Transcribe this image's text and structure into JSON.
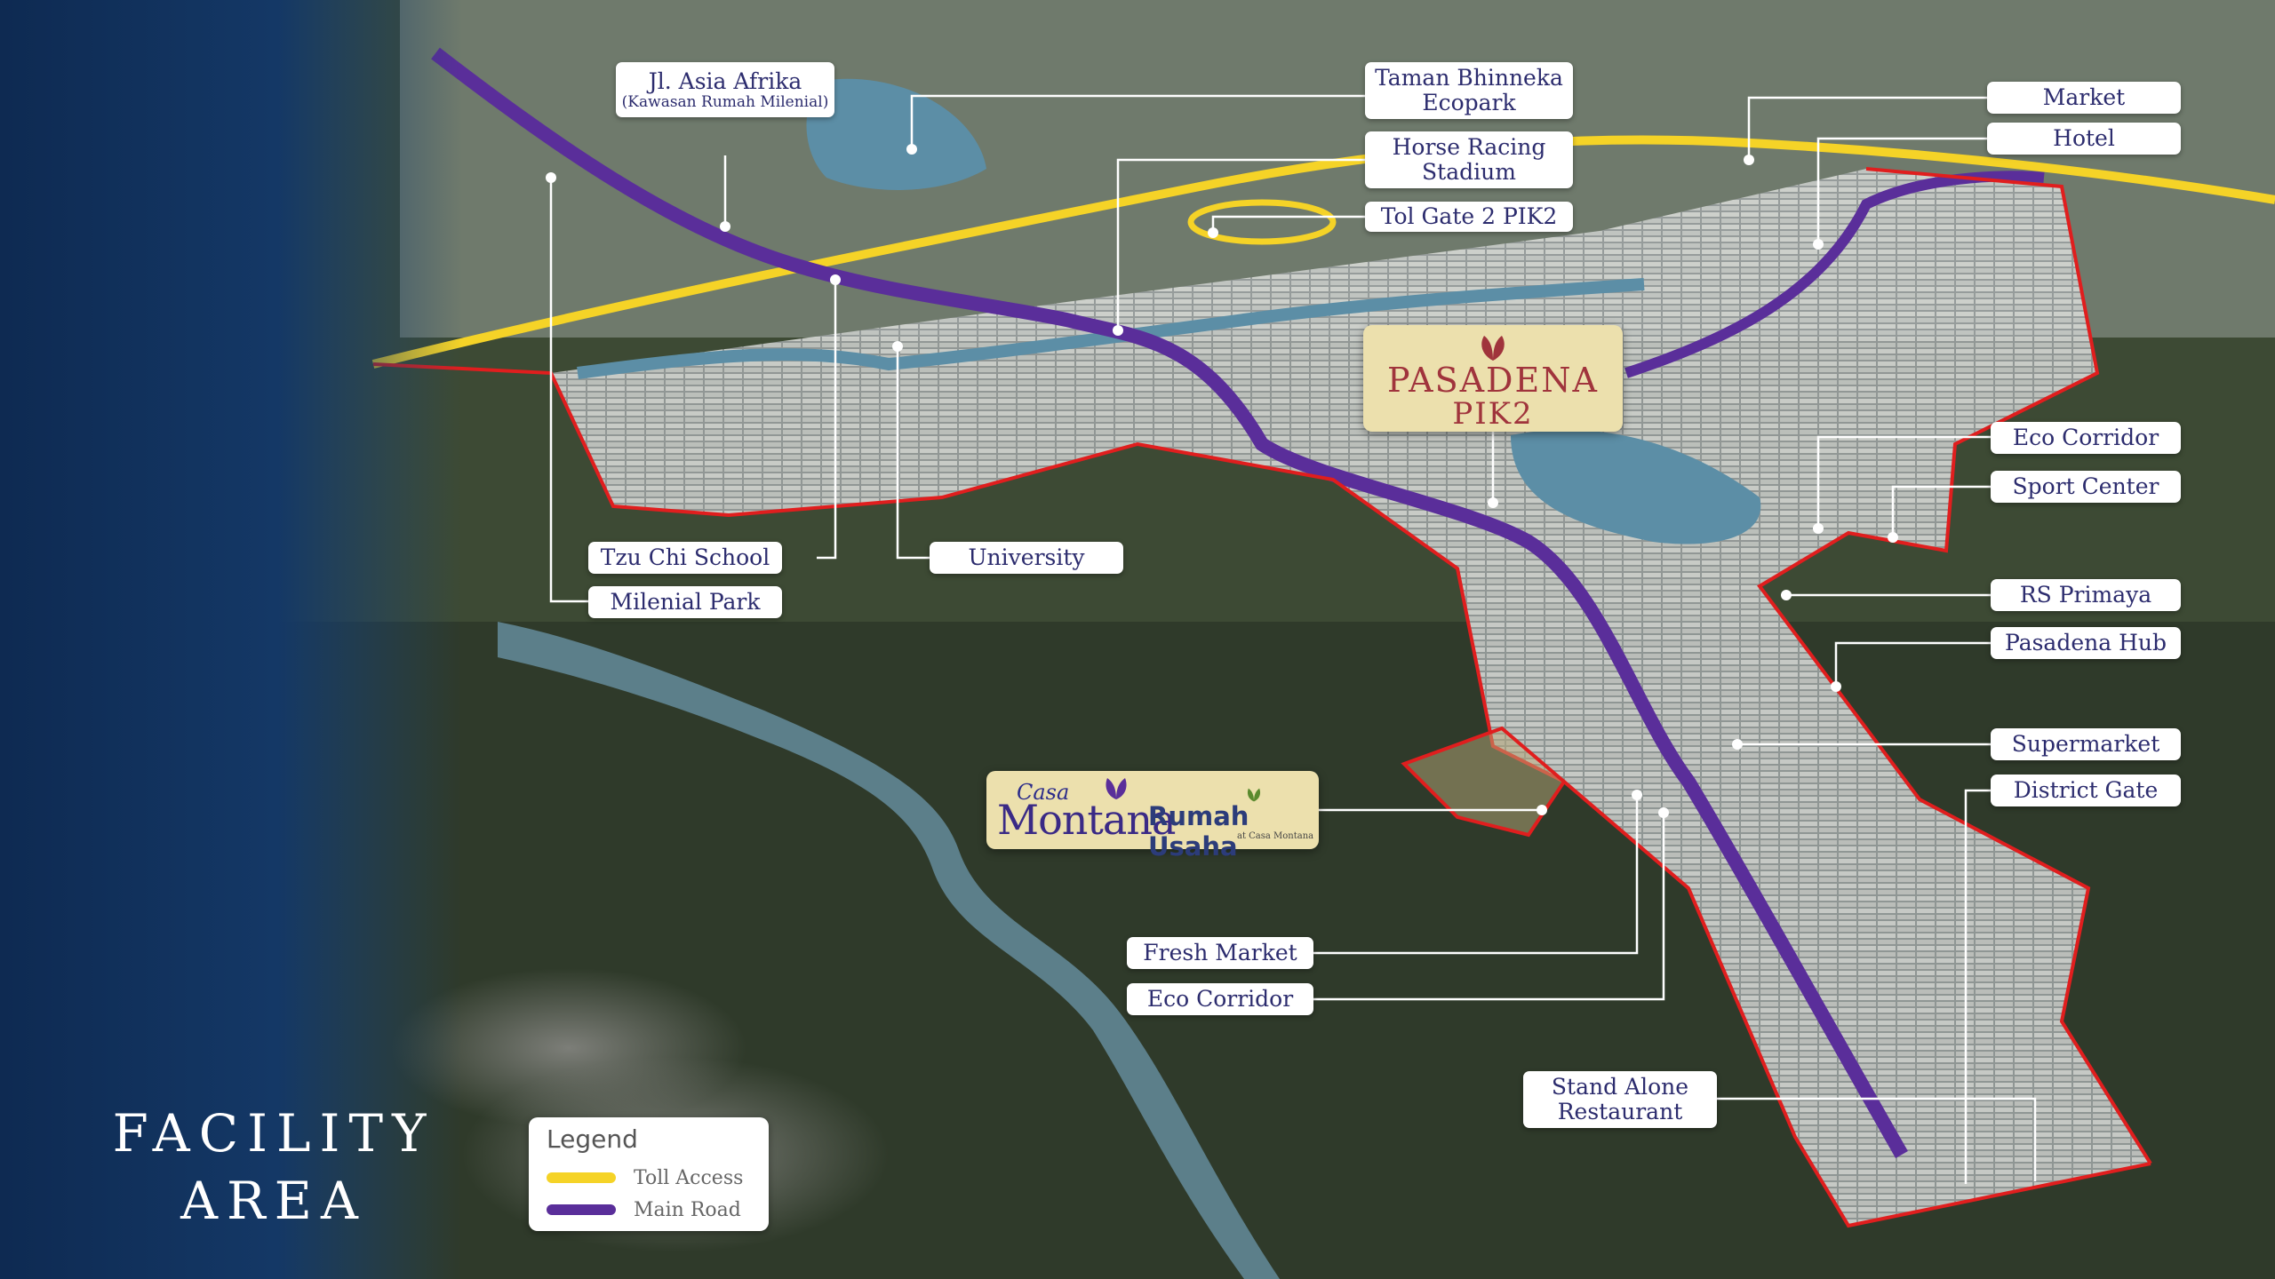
{
  "title": {
    "line1": "FACILITY",
    "line2": "AREA"
  },
  "legend": {
    "title": "Legend",
    "items": [
      {
        "label": "Toll Access",
        "color": "#f5d327"
      },
      {
        "label": "Main Road",
        "color": "#5a2e9a"
      }
    ]
  },
  "brands": {
    "pasadena": {
      "line1": "PASADENA",
      "line2": "PIK2"
    },
    "casa_montana": {
      "casa": "Casa",
      "montana": "Montana",
      "rumah_usaha": "Rumah Usaha",
      "at": "at Casa Montana"
    }
  },
  "labels": {
    "asia_afrika": {
      "title": "Jl. Asia Afrika",
      "sub": "(Kawasan Rumah Milenial)"
    },
    "taman_bhinneka": {
      "line1": "Taman Bhinneka",
      "line2": "Ecopark"
    },
    "horse_racing": {
      "line1": "Horse Racing",
      "line2": "Stadium"
    },
    "tol_gate": "Tol Gate 2 PIK2",
    "market": "Market",
    "hotel": "Hotel",
    "eco_corridor_top": "Eco Corridor",
    "sport_center": "Sport Center",
    "rs_primaya": "RS Primaya",
    "pasadena_hub": "Pasadena Hub",
    "supermarket": "Supermarket",
    "district_gate": "District Gate",
    "tzu_chi": "Tzu Chi School",
    "milenial_park": "Milenial Park",
    "university": "University",
    "fresh_market": "Fresh Market",
    "eco_corridor_bottom": "Eco Corridor",
    "stand_alone": {
      "line1": "Stand Alone",
      "line2": "Restaurant"
    }
  },
  "colors": {
    "boundary": "#e01e1e",
    "toll": "#f5d327",
    "main_road": "#5a2e9a",
    "label_text": "#2c2c6e",
    "brand_bg": "#ece0ad",
    "pasadena_text": "#a0343c",
    "deep_blue": "#0e2a52"
  }
}
